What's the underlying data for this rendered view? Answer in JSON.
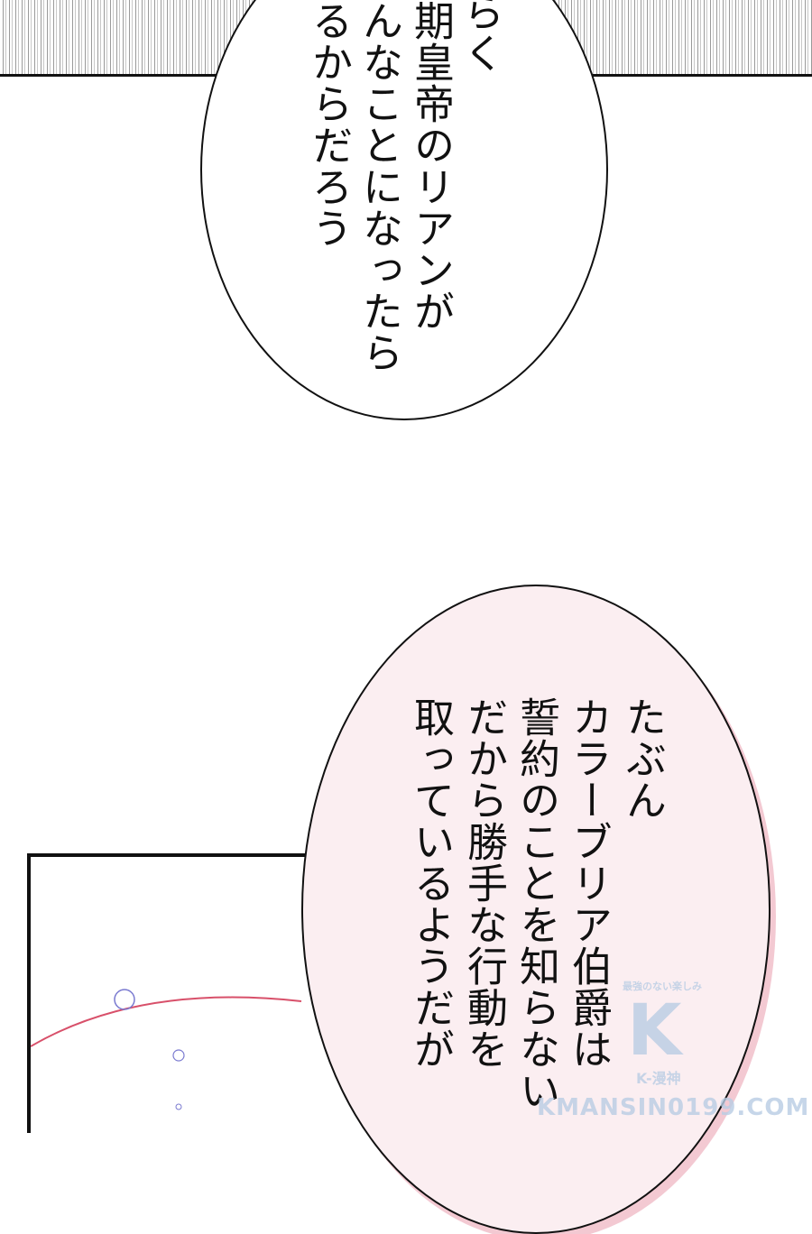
{
  "bubble_top": {
    "lines": [
      "らく",
      "期皇帝のリアンが",
      "んなことになったら",
      "るからだろう"
    ]
  },
  "bubble_pink": {
    "lines": [
      "たぶん",
      "カラーブリア伯爵は",
      "誓約のことを知らない",
      "だから勝手な行動を",
      "取っているようだが"
    ],
    "color": "#fbeef1"
  },
  "watermark": {
    "tagline": "最強のない楽しみ",
    "logo": "K",
    "brand": "K-漫神",
    "url": "KMANSIN0199.COM"
  }
}
